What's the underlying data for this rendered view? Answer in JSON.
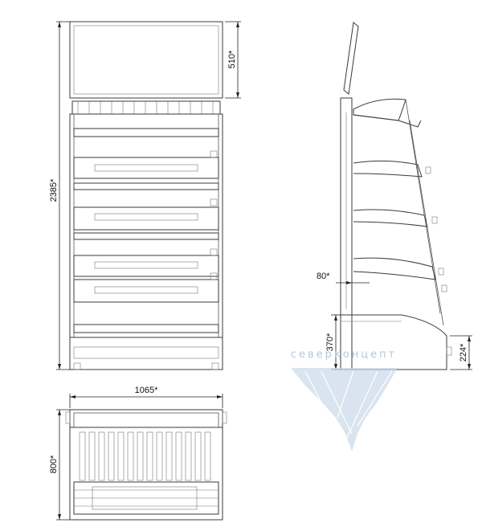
{
  "dimensions": {
    "total_height": "2385*",
    "header_height": "510*",
    "width": "1065*",
    "depth": "800*",
    "shelf_depth": "80*",
    "base_height": "370*",
    "foot_height": "224*"
  },
  "logo": {
    "text": "северконцепт",
    "color_light": "#c9d9ea",
    "color_mid": "#9fb9d4",
    "color_dark": "#7ea0c4"
  }
}
